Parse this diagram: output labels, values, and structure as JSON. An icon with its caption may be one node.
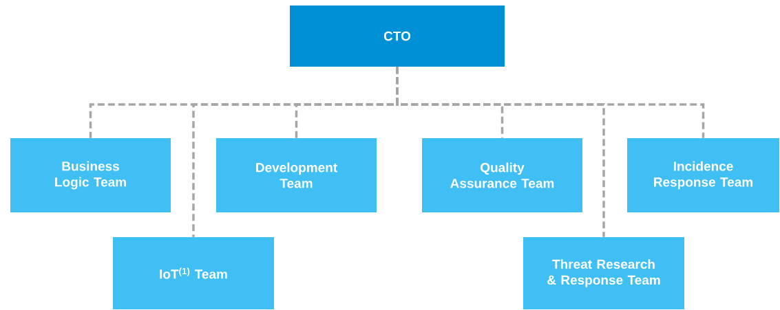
{
  "diagram": {
    "nodes": [
      {
        "text": [
          "CTO"
        ]
      },
      {
        "text": [
          "Business Logic Team"
        ]
      },
      {
        "text": [
          "IoT$^{(1)}$ Team"
        ]
      },
      {
        "text": [
          "Development Team"
        ]
      },
      {
        "text": [
          "Quality Assurance Team"
        ]
      },
      {
        "text": [
          "Threat Research & Response Team"
        ]
      },
      {
        "text": [
          "Incidence Response Team"
        ]
      }
    ],
    "edges": [
      {
        "from": 0,
        "to": 1,
        "arrow": "none",
        "style": "dashed"
      },
      {
        "from": 0,
        "to": 2,
        "arrow": "none",
        "style": "dashed"
      },
      {
        "from": 0,
        "to": 3,
        "arrow": "none",
        "style": "dashed"
      },
      {
        "from": 0,
        "to": 4,
        "arrow": "none",
        "style": "dashed"
      },
      {
        "from": 0,
        "to": 5,
        "arrow": "none",
        "style": "dashed"
      },
      {
        "from": 0,
        "to": 6,
        "arrow": "none",
        "style": "dashed"
      }
    ]
  }
}
